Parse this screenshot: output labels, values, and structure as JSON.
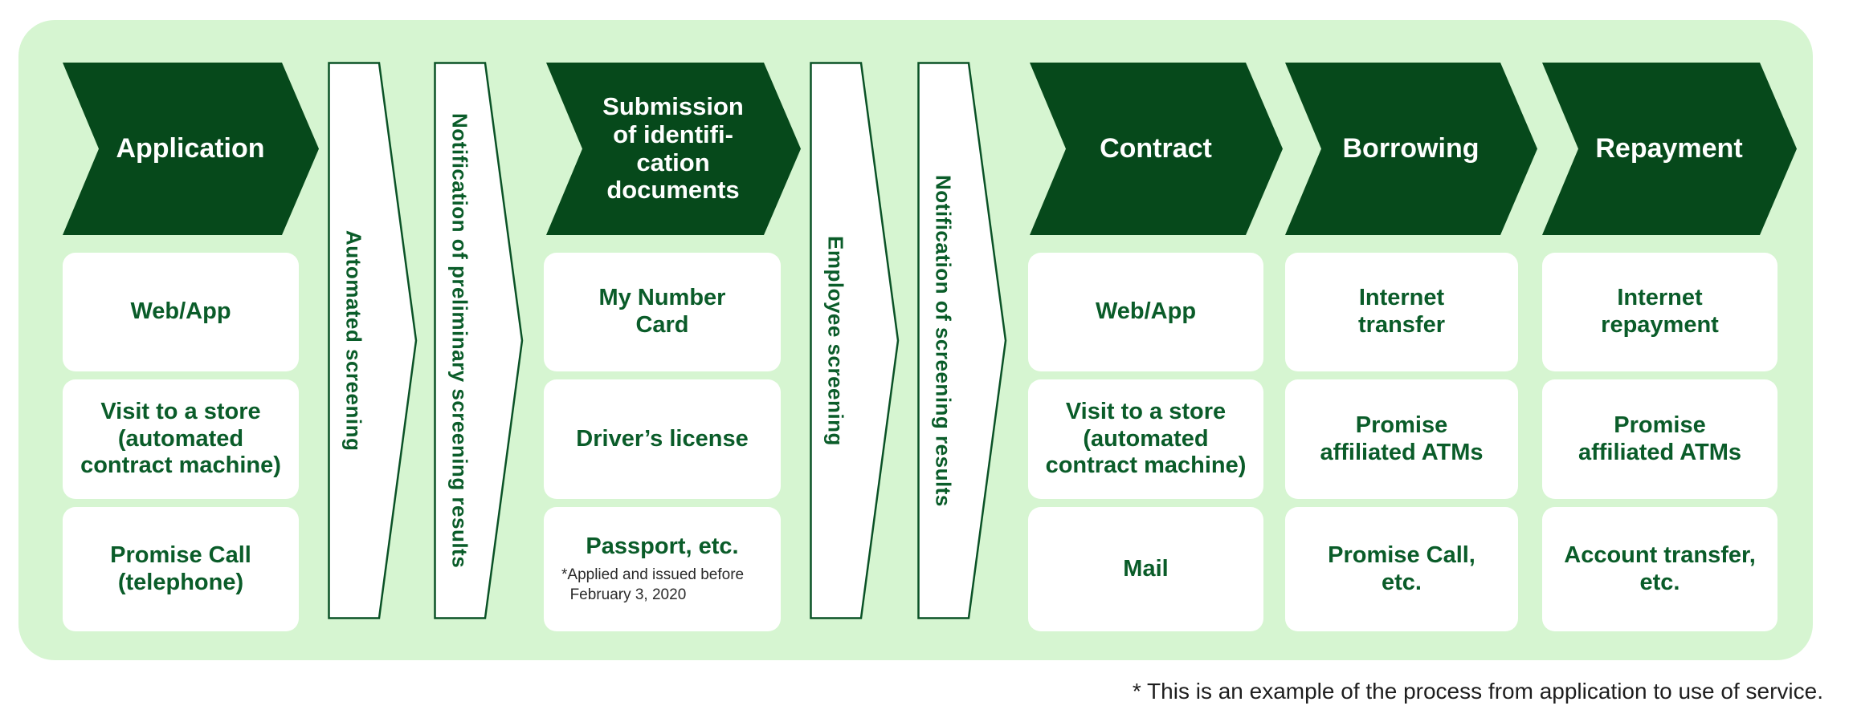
{
  "colors": {
    "page_bg": "#ffffff",
    "panel_bg": "#d6f5d1",
    "arrow_green": "#06491b",
    "text_green": "#0a5c29",
    "banner_stroke": "#0a5226",
    "arrow_text": "#ffffff",
    "note_color": "#2a2a2a",
    "footnote_color": "#1e1e1e"
  },
  "steps": [
    {
      "title": "Application",
      "items": [
        "Web/App",
        "Visit to a store\n(automated\ncontract machine)",
        "Promise Call\n(telephone)"
      ]
    },
    {
      "title": "Submission\nof identifi-\ncation\ndocuments",
      "items": [
        "My Number\nCard",
        "Driver’s license",
        "Passport, etc."
      ],
      "note": "*Applied and issued before\n  February 3, 2020"
    },
    {
      "title": "Contract",
      "items": [
        "Web/App",
        "Visit to a store\n(automated\ncontract machine)",
        "Mail"
      ]
    },
    {
      "title": "Borrowing",
      "items": [
        "Internet\ntransfer",
        "Promise\naffiliated ATMs",
        "Promise Call,\netc."
      ]
    },
    {
      "title": "Repayment",
      "items": [
        "Internet\nrepayment",
        "Promise\naffiliated ATMs",
        "Account transfer,\netc."
      ]
    }
  ],
  "connectors": [
    {
      "label": "Automated screening"
    },
    {
      "label": "Notification of preliminary screening results"
    },
    {
      "label": "Employee screening"
    },
    {
      "label": "Notification of screening results"
    }
  ],
  "footnote": "* This is an example of the process from application to use of service."
}
